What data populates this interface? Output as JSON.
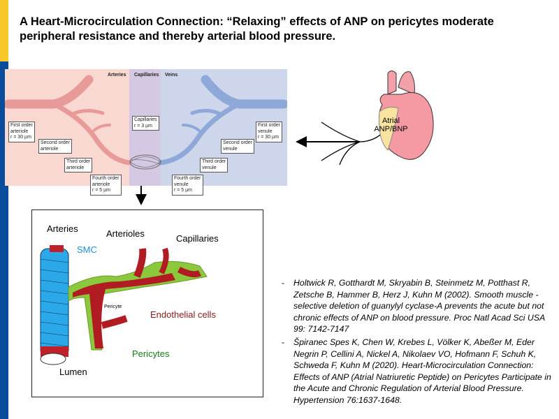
{
  "title": "A Heart-Microcirculation Connection: “Relaxing” effects of ANP on pericytes moderate peripheral resistance and thereby arterial blood pressure.",
  "vessel_diagram": {
    "headers": [
      "Arteries",
      "Capillaries",
      "Veins"
    ],
    "labels": {
      "first_arteriole": [
        "First order",
        "arteriole",
        "r = 30 µm"
      ],
      "second_arteriole": [
        "Second order",
        "arteriole"
      ],
      "third_arteriole": [
        "Third order",
        "arteriole"
      ],
      "fourth_arteriole": [
        "Fourth order",
        "arteriole",
        "r = 5 µm"
      ],
      "capillaries": [
        "Capillaries",
        "r = 3 µm"
      ],
      "fourth_venule": [
        "Fourth order",
        "venule",
        "r = 5 µm"
      ],
      "third_venule": [
        "Third order",
        "venule"
      ],
      "second_venule": [
        "Second order",
        "venule"
      ],
      "first_venule": [
        "First order",
        "venule",
        "r = 30 µm"
      ]
    }
  },
  "heart": {
    "label_line1": "Atrial",
    "label_line2": "ANP/BNP"
  },
  "cell_diagram": {
    "arteries": "Arteries",
    "arterioles": "Arterioles",
    "capillaries": "Capillaries",
    "smc": "SMC",
    "pericyte": "Pericyte",
    "endothelial": "Endothelial  cells",
    "pericytes": "Pericytes",
    "lumen": "Lumen",
    "colors": {
      "smc": "#1e90e0",
      "endothelial": "#8b1a1a",
      "pericytes": "#1a7a1a"
    }
  },
  "references": [
    "Holtwick R, Gotthardt M, Skryabin B, Steinmetz M, Potthast R, Zetsche B, Hammer B, Herz J, Kuhn M (2002). Smooth muscle - selective deletion of guanylyl cyclase-A prevents the acute but not chronic effects of ANP on blood pressure. Proc Natl Acad Sci USA 99: 7142-7147",
    "Špiranec Spes K, Chen W, Krebes L, Völker K, Abeßer M, Eder Negrin P, Cellini A, Nickel A, Nikolaev VO, Hofmann F, Schuh K, Schweda F, Kuhn M (2020). Heart-Microcirculation Connection: Effects of ANP (Atrial Natriuretic Peptide) on Pericytes Participate in the Acute and Chronic Regulation of Arterial Blood Pressure. Hypertension 76:1637-1648."
  ],
  "reference_bullet": "-"
}
